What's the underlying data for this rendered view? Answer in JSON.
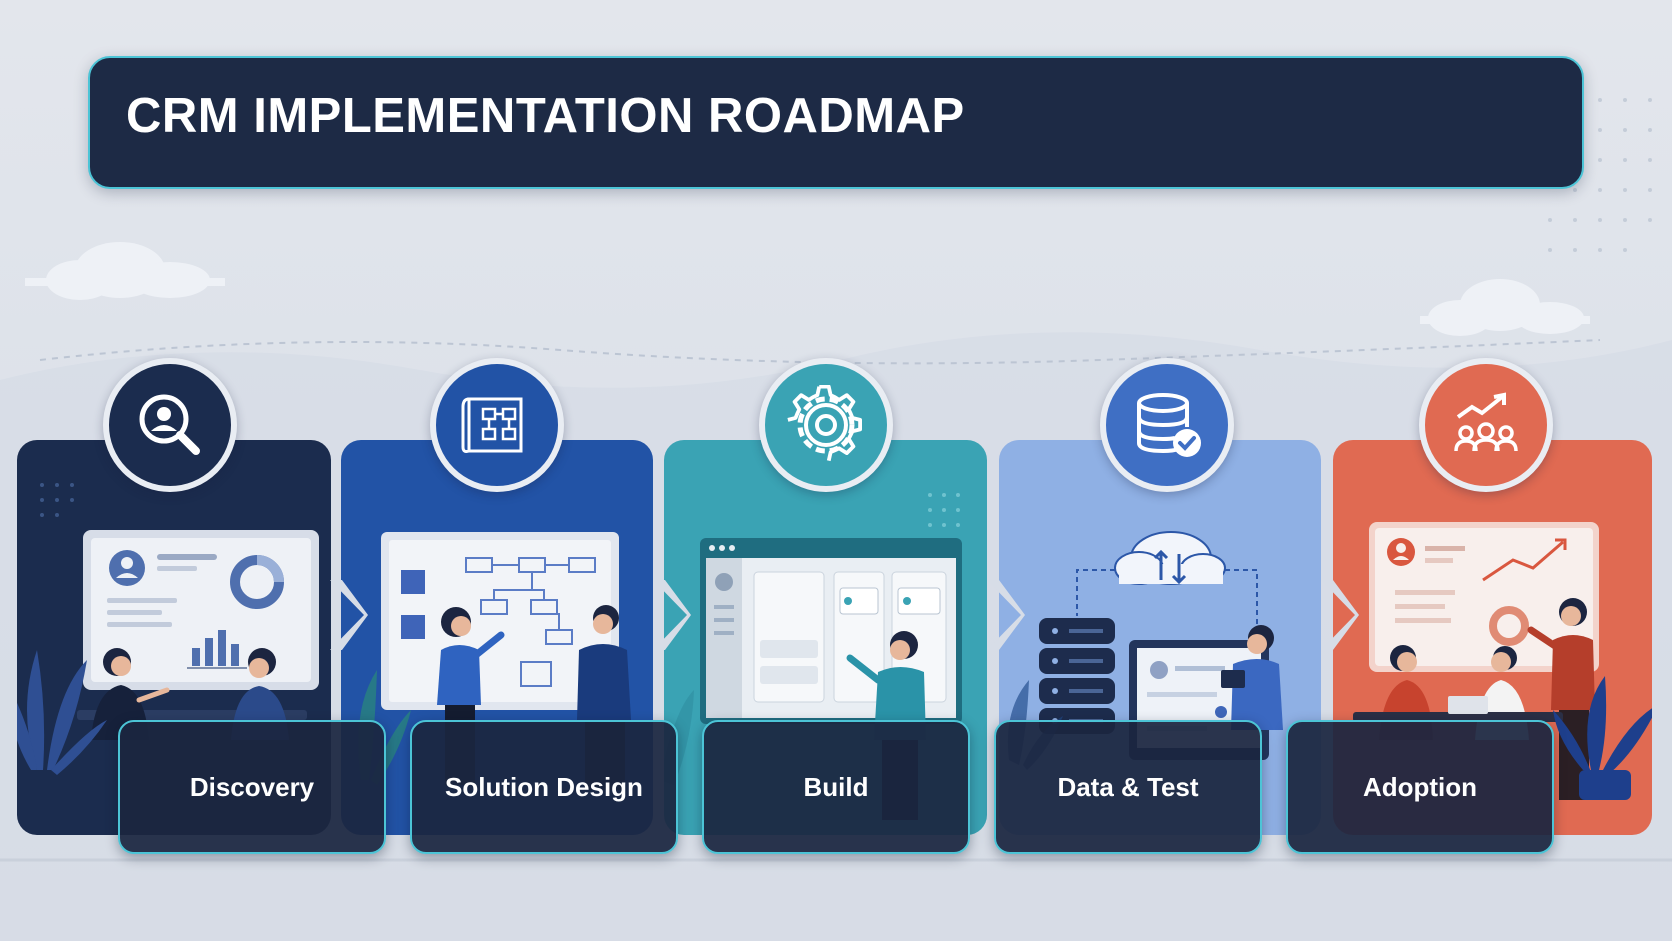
{
  "title": "CRM IMPLEMENTATION ROADMAP",
  "stages": [
    {
      "label": "Discovery",
      "icon": "search-user-icon",
      "color": "#1b2c4e"
    },
    {
      "label": "Solution Design",
      "icon": "blueprint-icon",
      "color": "#2253a6"
    },
    {
      "label": "Build",
      "icon": "gear-icon",
      "color": "#3aa3b4"
    },
    {
      "label": "Data & Test",
      "icon": "database-check-icon",
      "color": "#8fb0e4"
    },
    {
      "label": "Adoption",
      "icon": "growth-team-icon",
      "color": "#e06a52"
    }
  ],
  "colors": {
    "title_bg": "#1d2a45",
    "accent": "#4cc4d6",
    "label_bg": "#1b2640"
  }
}
